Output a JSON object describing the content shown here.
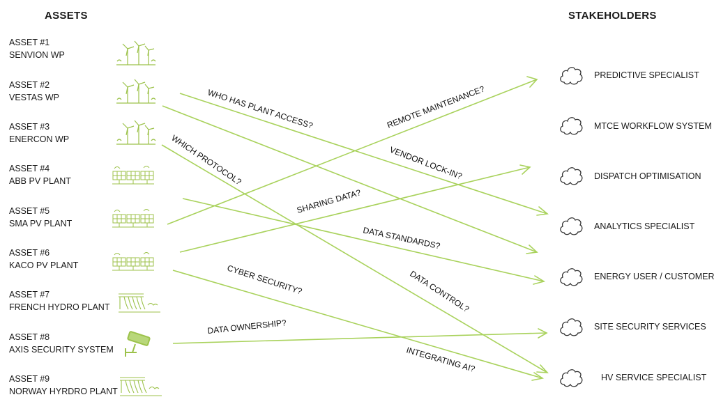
{
  "headers": {
    "assets": "ASSETS",
    "stakeholders": "STAKEHOLDERS"
  },
  "assets": [
    {
      "id": "ASSET #1",
      "name": "SENVION WP",
      "icon": "wind-farm-icon"
    },
    {
      "id": "ASSET #2",
      "name": "VESTAS WP",
      "icon": "wind-farm-icon"
    },
    {
      "id": "ASSET #3",
      "name": "ENERCON WP",
      "icon": "wind-farm-icon"
    },
    {
      "id": "ASSET #4",
      "name": "ABB PV PLANT",
      "icon": "solar-panel-icon"
    },
    {
      "id": "ASSET #5",
      "name": "SMA PV PLANT",
      "icon": "solar-panel-icon"
    },
    {
      "id": "ASSET #6",
      "name": "KACO PV PLANT",
      "icon": "solar-panel-icon"
    },
    {
      "id": "ASSET #7",
      "name": "FRENCH HYDRO PLANT",
      "icon": "hydro-dam-icon"
    },
    {
      "id": "ASSET #8",
      "name": "AXIS SECURITY SYSTEM",
      "icon": "security-camera-icon"
    },
    {
      "id": "ASSET #9",
      "name": "NORWAY HYRDRO PLANT",
      "icon": "hydro-dam-icon"
    }
  ],
  "stakeholders": [
    {
      "name": "PREDICTIVE SPECIALIST",
      "icon": "cloud-icon"
    },
    {
      "name": "MTCE WORKFLOW SYSTEM",
      "icon": "cloud-icon"
    },
    {
      "name": "DISPATCH OPTIMISATION",
      "icon": "cloud-icon"
    },
    {
      "name": "ANALYTICS SPECIALIST",
      "icon": "cloud-icon"
    },
    {
      "name": "ENERGY USER / CUSTOMER",
      "icon": "cloud-icon"
    },
    {
      "name": "SITE SECURITY  SERVICES",
      "icon": "cloud-icon"
    },
    {
      "name": "HV SERVICE SPECIALIST",
      "icon": "cloud-icon"
    }
  ],
  "questions": [
    "WHO HAS PLANT ACCESS?",
    "REMOTE MAINTENANCE?",
    "WHICH PROTOCOL?",
    "VENDOR LOCK-IN?",
    "SHARING DATA?",
    "DATA STANDARDS?",
    "CYBER SECURITY?",
    "DATA CONTROL?",
    "DATA OWNERSHIP?",
    "INTEGRATING AI?"
  ],
  "colors": {
    "connector": "#a9d25c",
    "icon": "#9cc24a",
    "cloud_outline": "#333333"
  }
}
